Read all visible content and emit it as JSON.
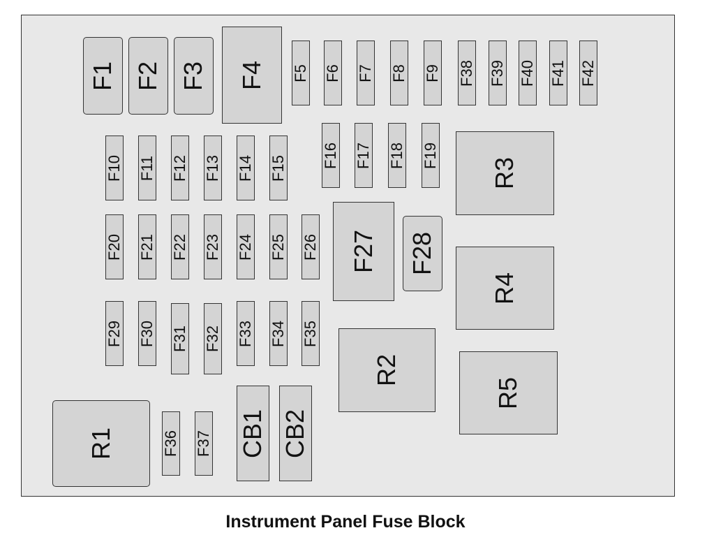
{
  "title": "Instrument Panel Fuse Block",
  "components": {
    "F1": "F1",
    "F2": "F2",
    "F3": "F3",
    "F4": "F4",
    "F5": "F5",
    "F6": "F6",
    "F7": "F7",
    "F8": "F8",
    "F9": "F9",
    "F10": "F10",
    "F11": "F11",
    "F12": "F12",
    "F13": "F13",
    "F14": "F14",
    "F15": "F15",
    "F16": "F16",
    "F17": "F17",
    "F18": "F18",
    "F19": "F19",
    "F20": "F20",
    "F21": "F21",
    "F22": "F22",
    "F23": "F23",
    "F24": "F24",
    "F25": "F25",
    "F26": "F26",
    "F27": "F27",
    "F28": "F28",
    "F29": "F29",
    "F30": "F30",
    "F31": "F31",
    "F32": "F32",
    "F33": "F33",
    "F34": "F34",
    "F35": "F35",
    "F36": "F36",
    "F37": "F37",
    "F38": "F38",
    "F39": "F39",
    "F40": "F40",
    "F41": "F41",
    "F42": "F42",
    "R1": "R1",
    "R2": "R2",
    "R3": "R3",
    "R4": "R4",
    "R5": "R5",
    "CB1": "CB1",
    "CB2": "CB2"
  },
  "colors": {
    "panel": "#e8e8e8",
    "component": "#d4d4d4",
    "border": "#333333"
  }
}
